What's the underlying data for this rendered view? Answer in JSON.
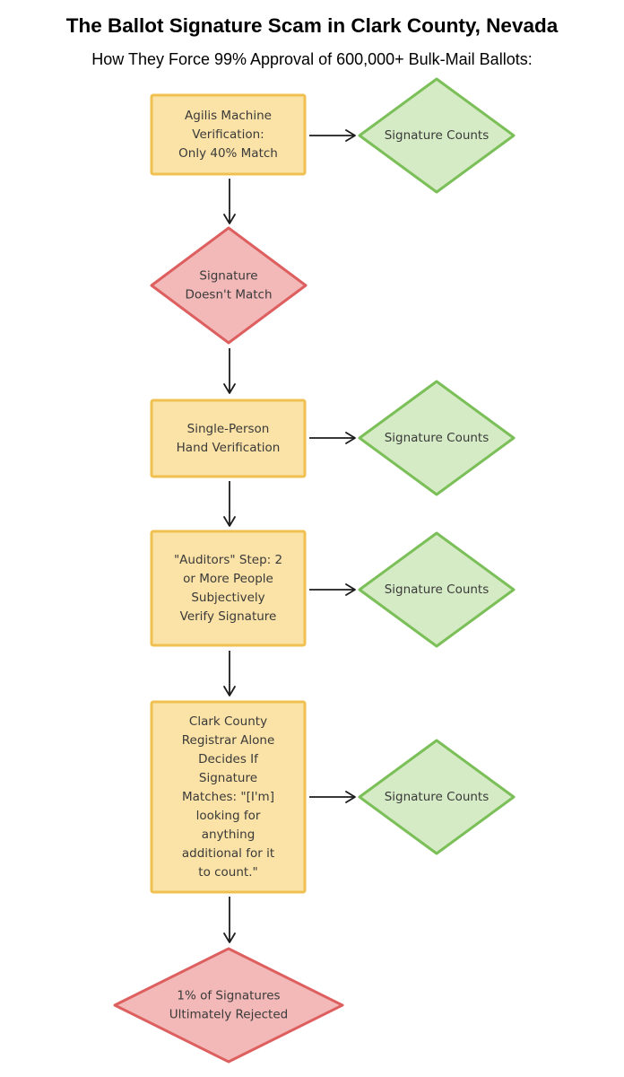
{
  "header": {
    "title": "The Ballot Signature Scam in Clark County, Nevada",
    "subtitle": "How They Force 99% Approval of 600,000+ Bulk-Mail Ballots:"
  },
  "colors": {
    "process_fill": "#fbe2a6",
    "process_stroke": "#f0c050",
    "accept_fill": "#d5ebc5",
    "accept_stroke": "#7bbf58",
    "reject_fill": "#f3b9b9",
    "reject_stroke": "#dd5f5f",
    "arrow": "#1c1c1c"
  },
  "nodes": [
    {
      "id": "agilis",
      "kind": "process",
      "lines": [
        "Agilis Machine",
        "Verification:",
        "Only 40% Match"
      ]
    },
    {
      "id": "accept-1",
      "kind": "accept",
      "lines": [
        "Signature Counts"
      ]
    },
    {
      "id": "no-match",
      "kind": "reject",
      "lines": [
        "Signature",
        "Doesn't Match"
      ]
    },
    {
      "id": "single-person",
      "kind": "process",
      "lines": [
        "Single-Person",
        "Hand Verification"
      ]
    },
    {
      "id": "accept-2",
      "kind": "accept",
      "lines": [
        "Signature Counts"
      ]
    },
    {
      "id": "auditors",
      "kind": "process",
      "lines": [
        "\"Auditors\" Step: 2",
        "or More People",
        "Subjectively",
        "Verify Signature"
      ]
    },
    {
      "id": "accept-3",
      "kind": "accept",
      "lines": [
        "Signature Counts"
      ]
    },
    {
      "id": "registrar",
      "kind": "process",
      "lines": [
        "Clark County",
        "Registrar Alone",
        "Decides If",
        "Signature",
        "Matches: \"[I'm]",
        "looking for",
        "anything",
        "additional for it",
        "to count.\""
      ]
    },
    {
      "id": "accept-4",
      "kind": "accept",
      "lines": [
        "Signature Counts"
      ]
    },
    {
      "id": "rejected",
      "kind": "reject",
      "lines": [
        "1% of Signatures",
        "Ultimately Rejected"
      ]
    }
  ],
  "edges": [
    {
      "from": "agilis",
      "to": "accept-1"
    },
    {
      "from": "agilis",
      "to": "no-match"
    },
    {
      "from": "no-match",
      "to": "single-person"
    },
    {
      "from": "single-person",
      "to": "accept-2"
    },
    {
      "from": "single-person",
      "to": "auditors"
    },
    {
      "from": "auditors",
      "to": "accept-3"
    },
    {
      "from": "auditors",
      "to": "registrar"
    },
    {
      "from": "registrar",
      "to": "accept-4"
    },
    {
      "from": "registrar",
      "to": "rejected"
    }
  ]
}
